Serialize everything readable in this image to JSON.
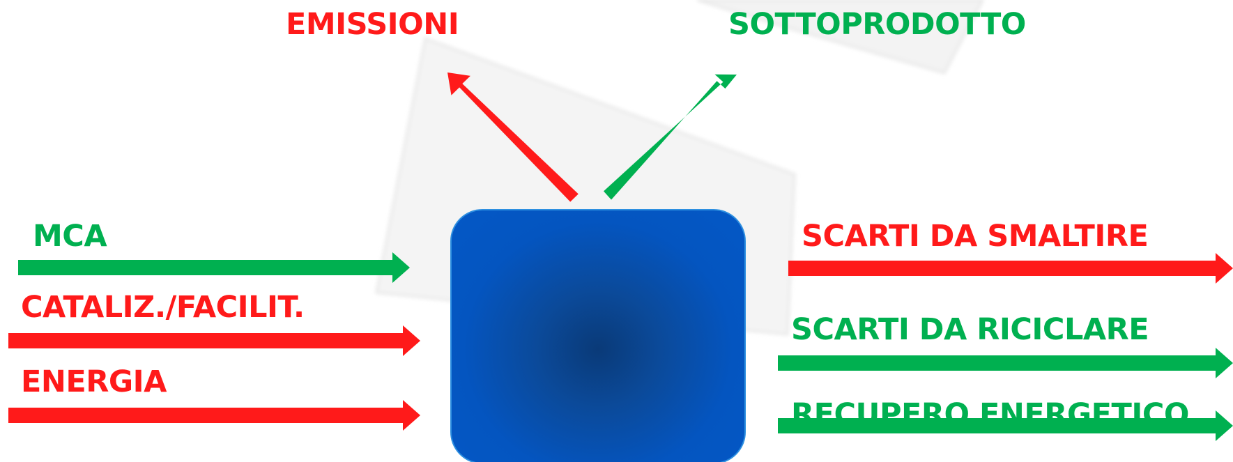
{
  "colors": {
    "red": "#ff1a1a",
    "green": "#00b050",
    "box_blue": "#0458c6",
    "box_center": "#0a3a78"
  },
  "labels": {
    "emissions": "EMISSIONI",
    "byproduct": "SOTTOPRODOTTO",
    "mca": "MCA",
    "catalysts": "CATALIZ./FACILIT.",
    "energy": "ENERGIA",
    "waste_disposal": "SCARTI DA SMALTIRE",
    "waste_recycle": "SCARTI DA RICICLARE",
    "energy_recovery": "RECUPERO ENERGETICO"
  },
  "flows": [
    {
      "name": "emissioni",
      "direction": "output",
      "color": "red"
    },
    {
      "name": "sottoprodotto",
      "direction": "output",
      "color": "green"
    },
    {
      "name": "mca",
      "direction": "input",
      "color": "green"
    },
    {
      "name": "cataliz-facilit",
      "direction": "input",
      "color": "red"
    },
    {
      "name": "energia",
      "direction": "input",
      "color": "red"
    },
    {
      "name": "scarti-da-smaltire",
      "direction": "output",
      "color": "red"
    },
    {
      "name": "scarti-da-riciclare",
      "direction": "output",
      "color": "green"
    },
    {
      "name": "recupero-energetico",
      "direction": "output",
      "color": "green"
    }
  ]
}
